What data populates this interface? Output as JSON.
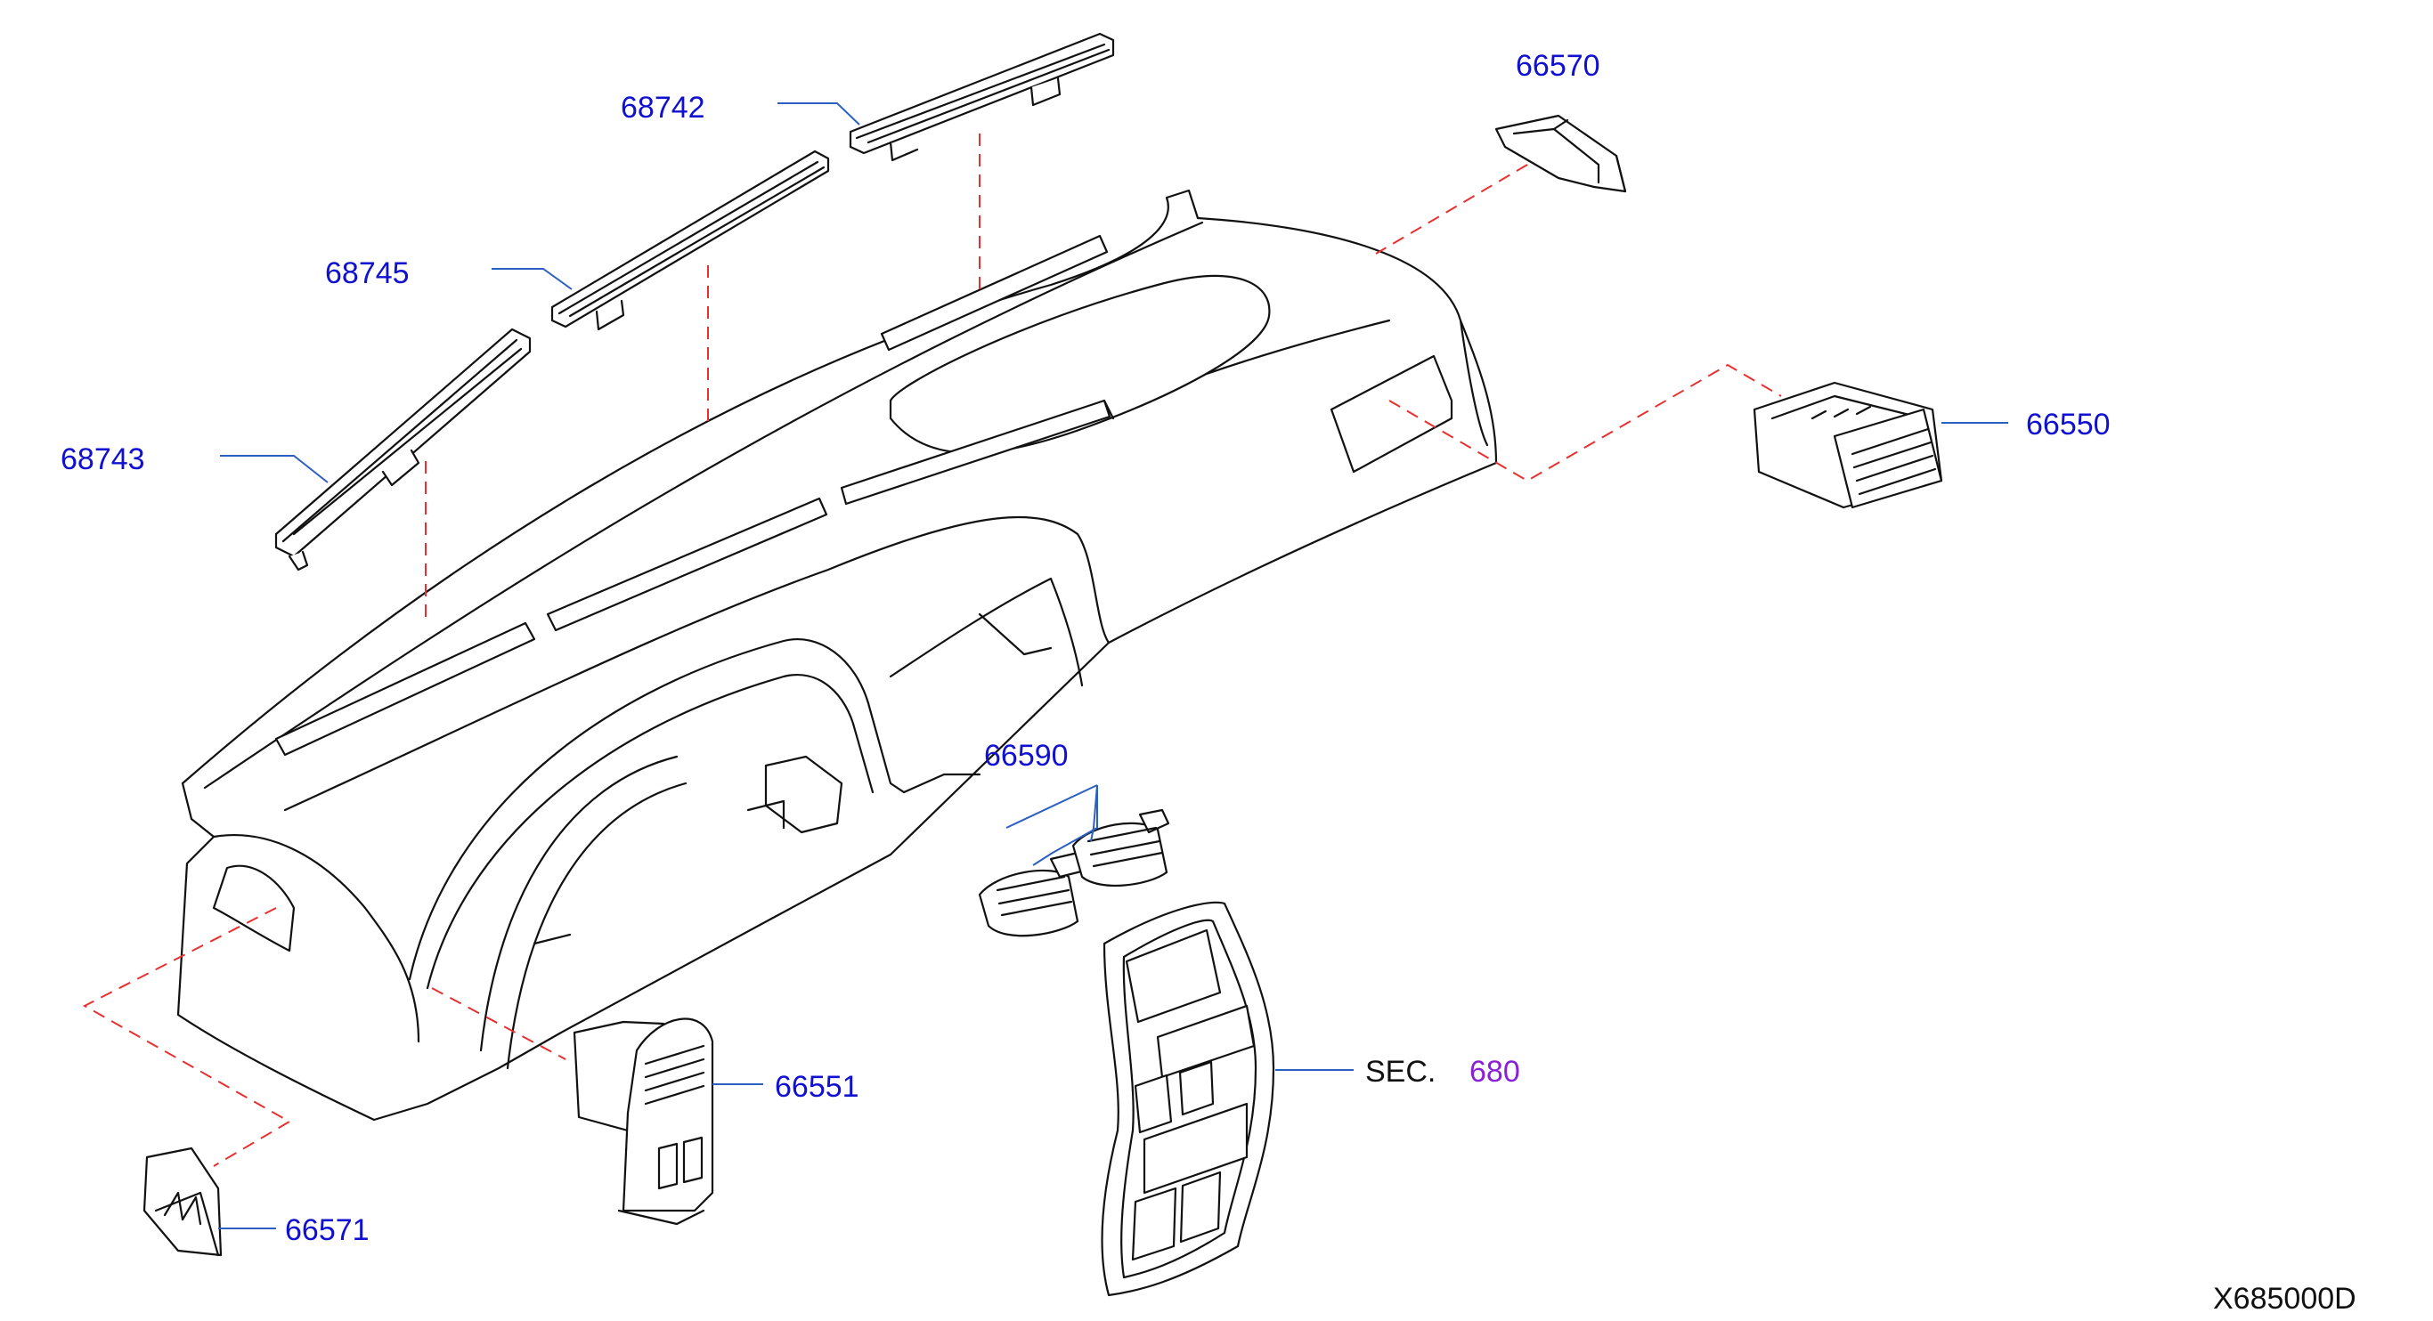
{
  "colors": {
    "label": "#1010d0",
    "leader": "#2c5fc2",
    "dash": "#e83030",
    "section_ref": "#8a1fd8",
    "line_art": "#111111"
  },
  "parts": {
    "p68742": "68742",
    "p68745": "68745",
    "p68743": "68743",
    "p66570": "66570",
    "p66550": "66550",
    "p66590": "66590",
    "p66551": "66551",
    "p66571": "66571"
  },
  "section": {
    "prefix": "SEC.",
    "number": "680"
  },
  "drawing_code": "X685000D"
}
